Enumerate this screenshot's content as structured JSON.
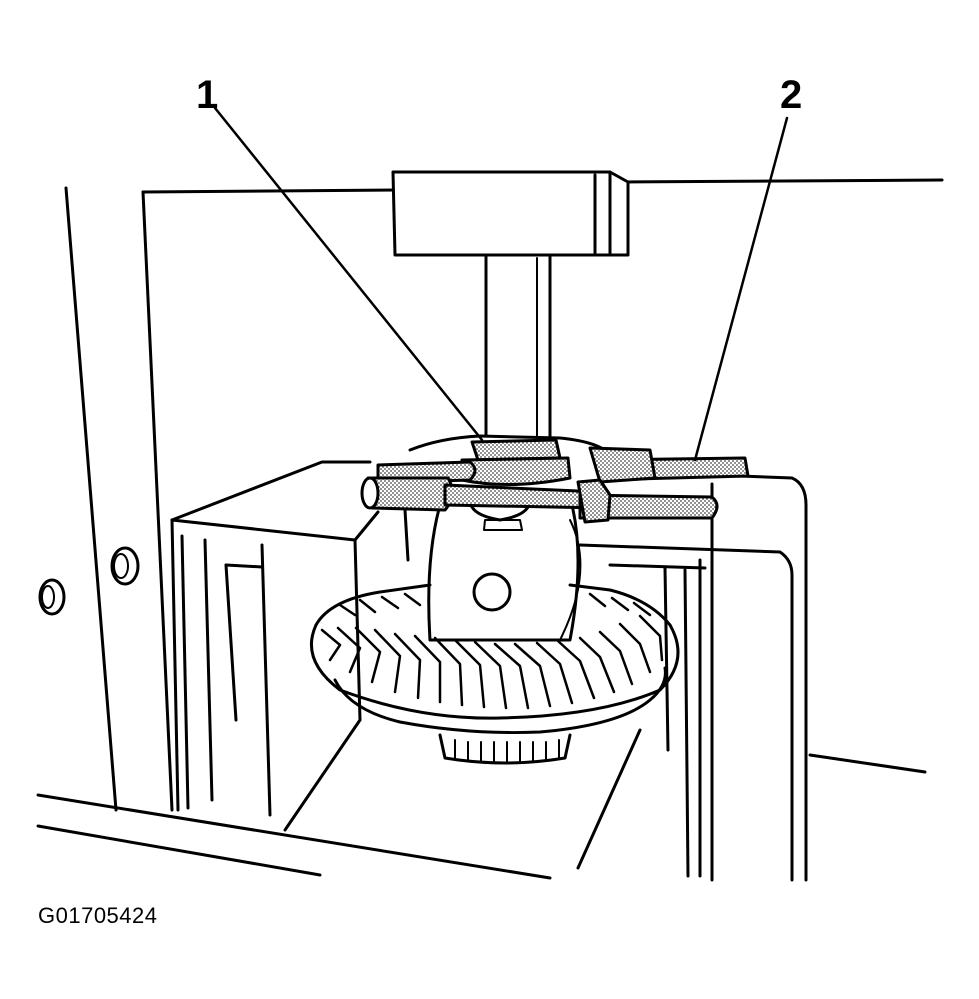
{
  "callouts": [
    {
      "id": "1",
      "label": "1"
    },
    {
      "id": "2",
      "label": "2"
    }
  ],
  "figure_id": "G01705424",
  "colors": {
    "line": "#000000",
    "shade": "#9a9a9a",
    "background": "#ffffff"
  }
}
